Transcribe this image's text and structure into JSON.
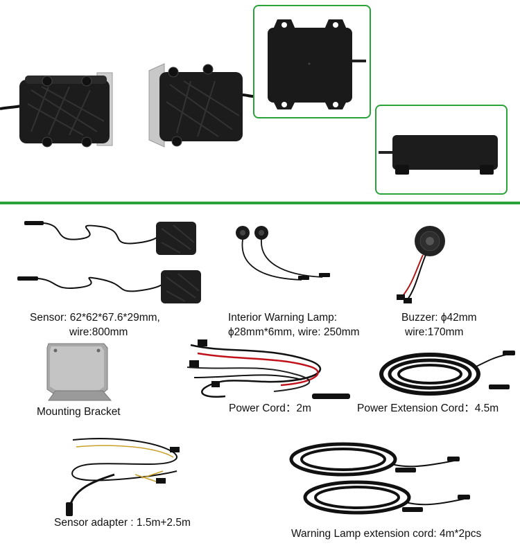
{
  "accent_color": "#2aa23a",
  "labels": {
    "sensor_line1": "Sensor: 62*62*67.6*29mm,",
    "sensor_line2": "wire:800mm",
    "lamp_line1": "Interior Warning Lamp:",
    "lamp_line2": "ϕ28mm*6mm, wire: 250mm",
    "buzzer_line1": "Buzzer:  ϕ42mm",
    "buzzer_line2": "wire:170mm",
    "bracket": "Mounting Bracket",
    "power_cord": "Power Cord：2m",
    "power_ext": "Power Extension Cord：4.5m",
    "sensor_adapter": "Sensor adapter : 1.5m+2.5m",
    "lamp_ext": "Warning Lamp extension cord: 4m*2pcs"
  }
}
